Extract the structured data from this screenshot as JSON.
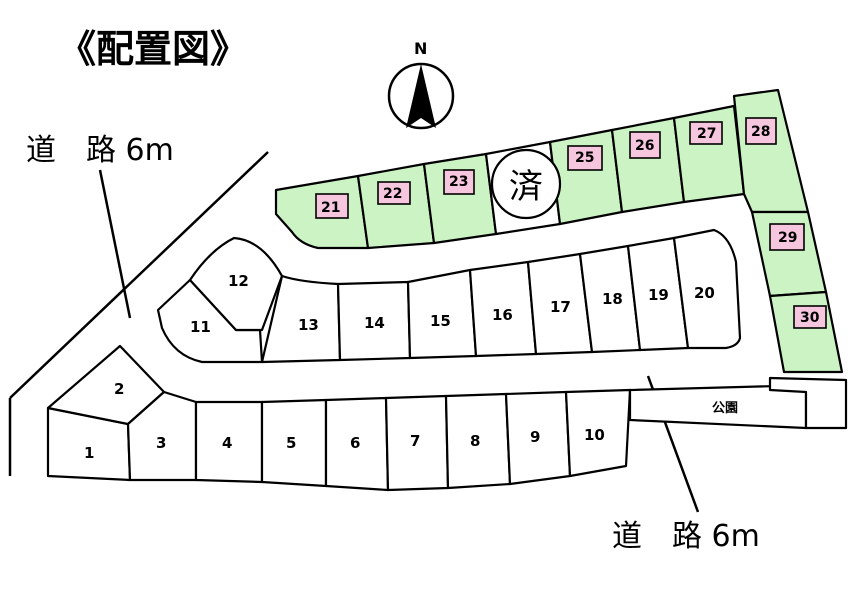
{
  "title": "《配置図》",
  "road_top_left": "道　路 6m",
  "road_bottom_right": "道　路 6m",
  "compass": {
    "label": "N",
    "icon": "north-arrow-icon"
  },
  "sold_mark": "済",
  "park_label": "公園",
  "colors": {
    "sold_lot": "#ccf3c4",
    "house": "#f6c6de",
    "line": "#000000"
  },
  "lots_front": [
    "1",
    "2",
    "3",
    "4",
    "5",
    "6",
    "7",
    "8",
    "9",
    "10"
  ],
  "lots_middle": [
    "11",
    "12",
    "13",
    "14",
    "15",
    "16",
    "17",
    "18",
    "19",
    "20"
  ],
  "lots_back": [
    "21",
    "22",
    "23",
    "25",
    "26",
    "27",
    "28",
    "29",
    "30"
  ]
}
